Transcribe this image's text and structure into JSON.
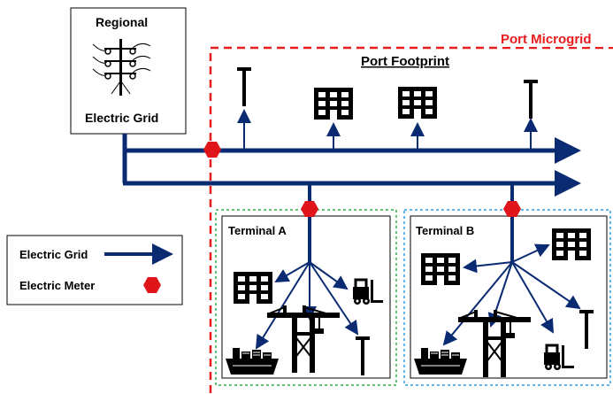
{
  "regional_grid": {
    "title": "Regional",
    "subtitle": "Electric Grid"
  },
  "microgrid": {
    "label": "Port Microgrid",
    "footprint_label": "Port Footprint"
  },
  "terminals": [
    {
      "label": "Terminal A"
    },
    {
      "label": "Terminal B"
    }
  ],
  "legend": {
    "grid_label": "Electric Grid",
    "meter_label": "Electric Meter"
  },
  "colors": {
    "line": "#0a2a72",
    "meter": "#e0151b",
    "microgrid_border": "#e81c1c",
    "terminal_a_border": "#2bb24a",
    "terminal_b_border": "#2b9ee0",
    "icon": "#000000"
  },
  "icons": [
    "utility-pole-icon",
    "light-post-icon",
    "building-icon",
    "forklift-icon",
    "crane-icon",
    "ship-icon",
    "meter-icon"
  ]
}
